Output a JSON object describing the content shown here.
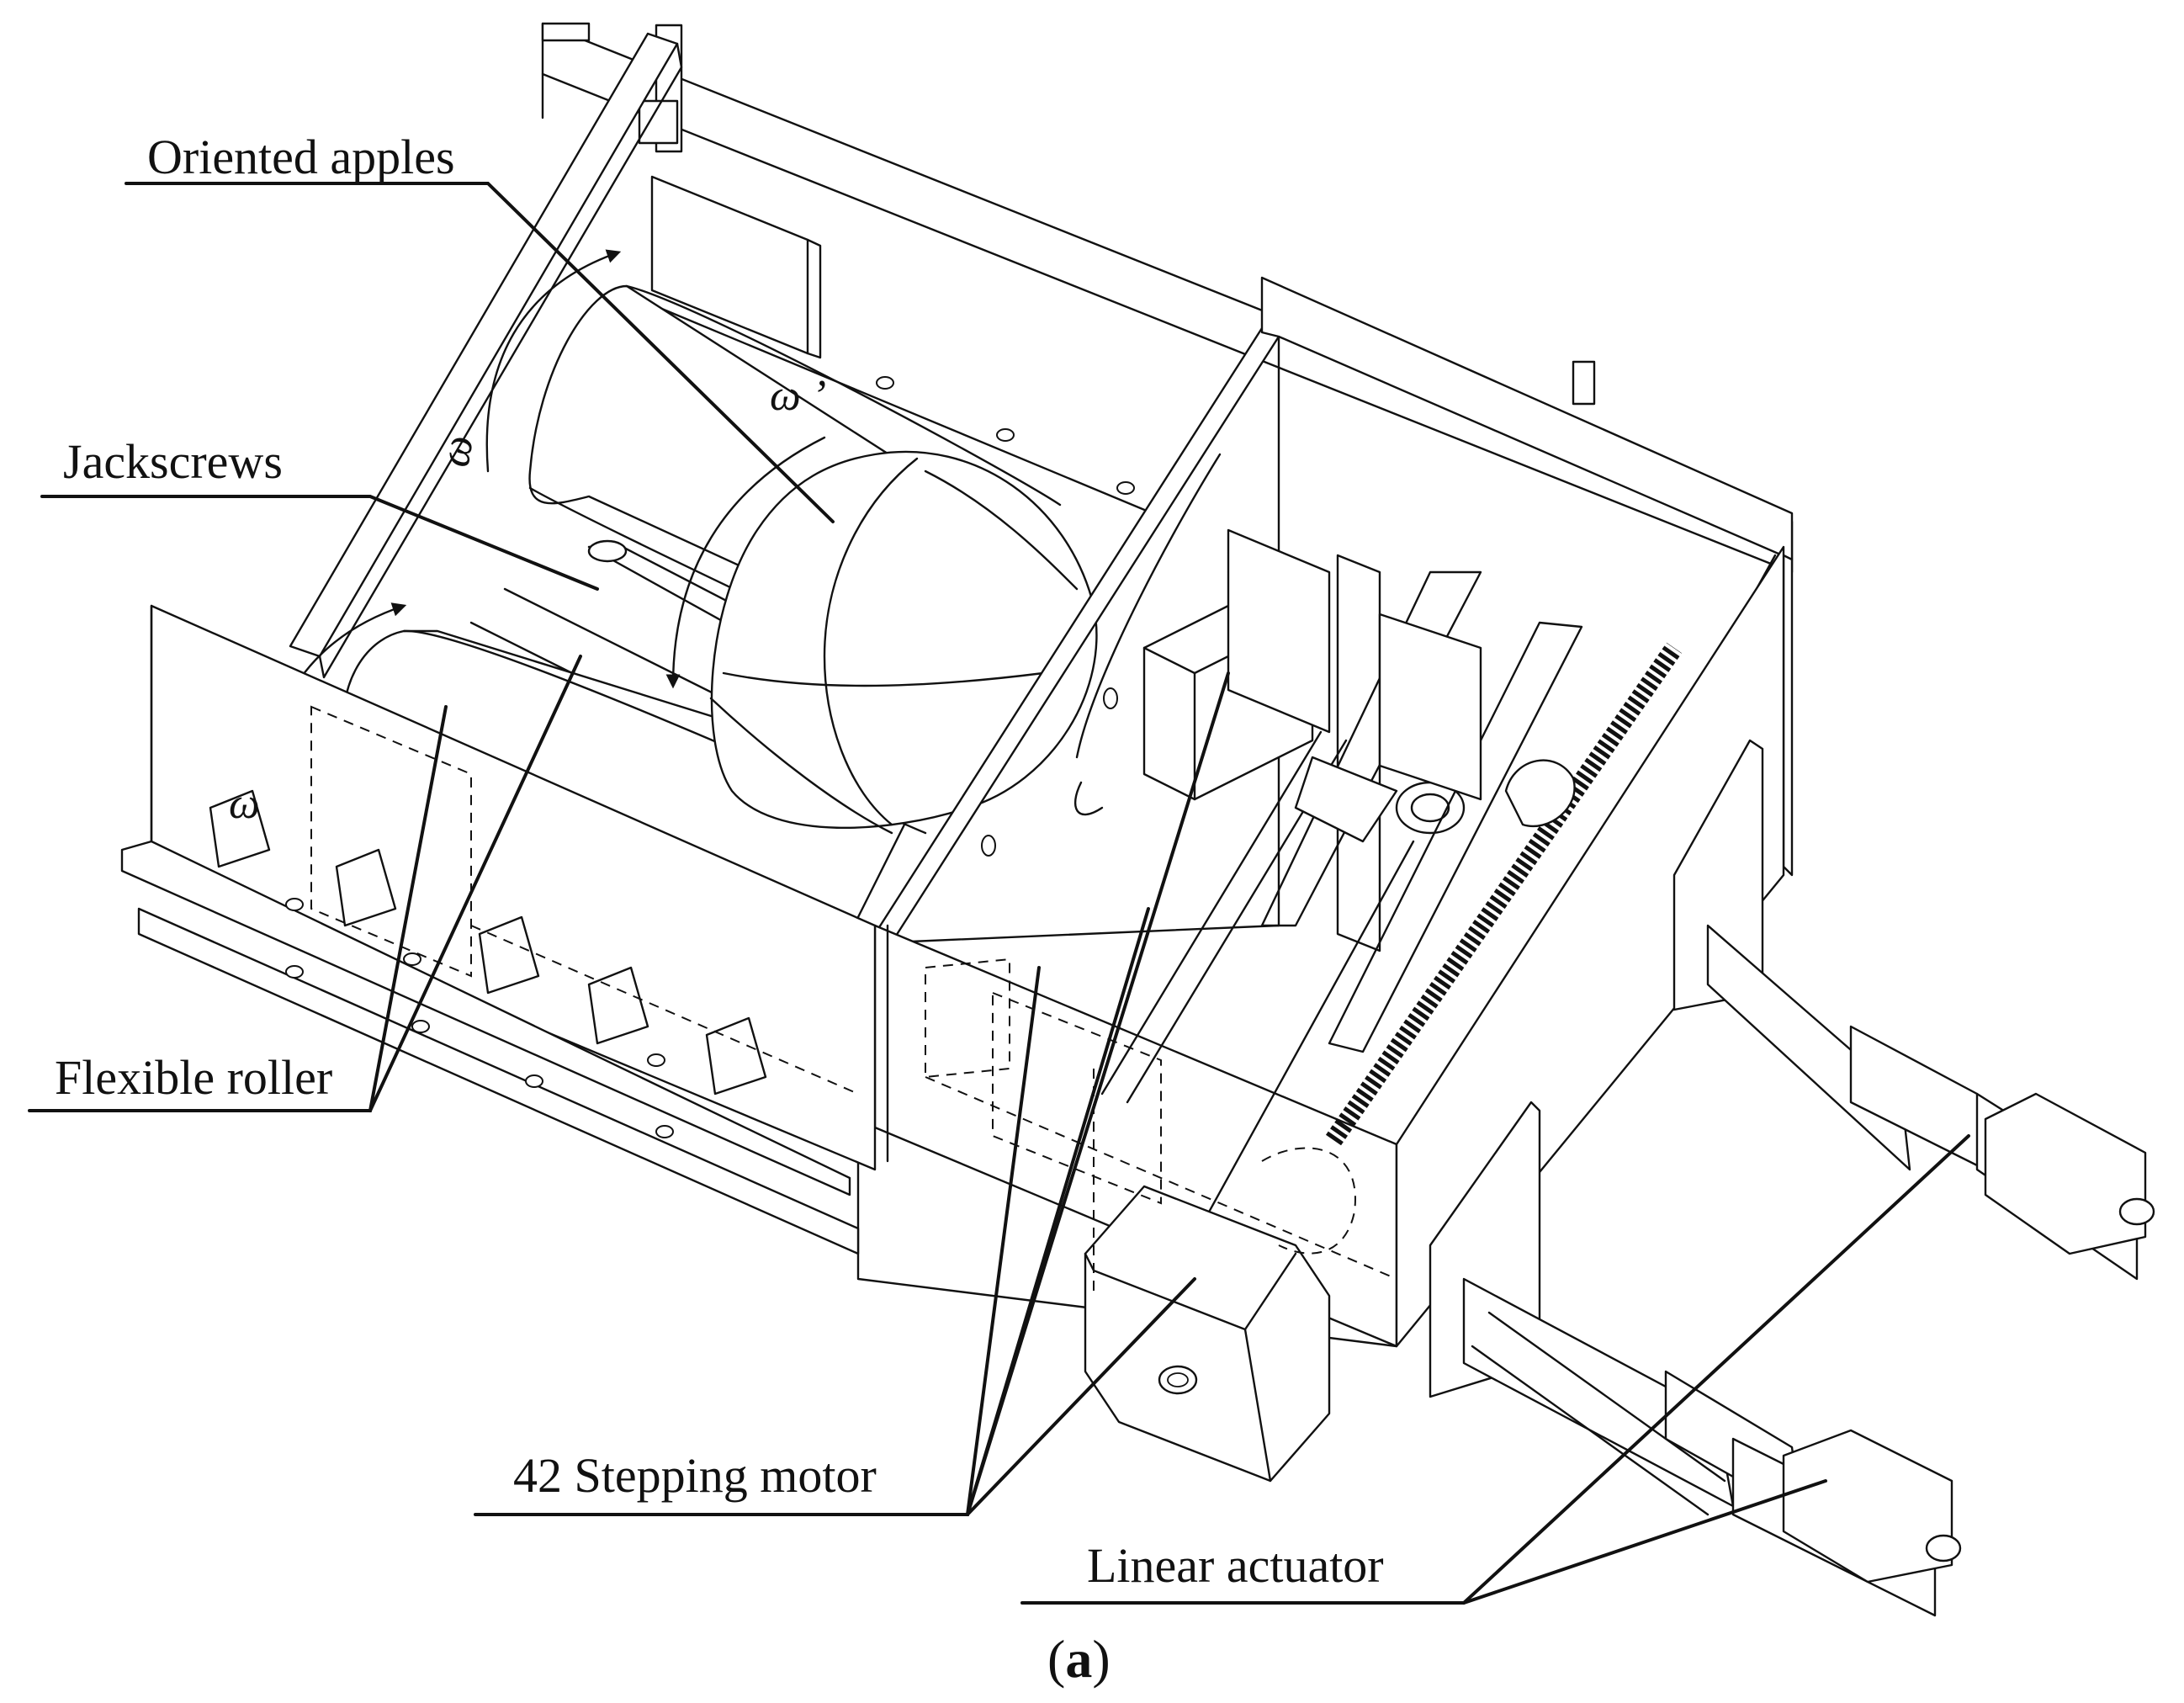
{
  "figure": {
    "caption_open": "(",
    "caption_letter": "a",
    "caption_close": ")",
    "labels": {
      "oriented_apples": "Oriented apples",
      "jackscrews": "Jackscrews",
      "flexible_roller": "Flexible roller",
      "stepping_motor": "42 Stepping motor",
      "linear_actuator": "Linear actuator"
    },
    "symbols": {
      "omega_upper": "ω",
      "omega_prime": "ω ’",
      "omega_lower": "ω"
    }
  }
}
